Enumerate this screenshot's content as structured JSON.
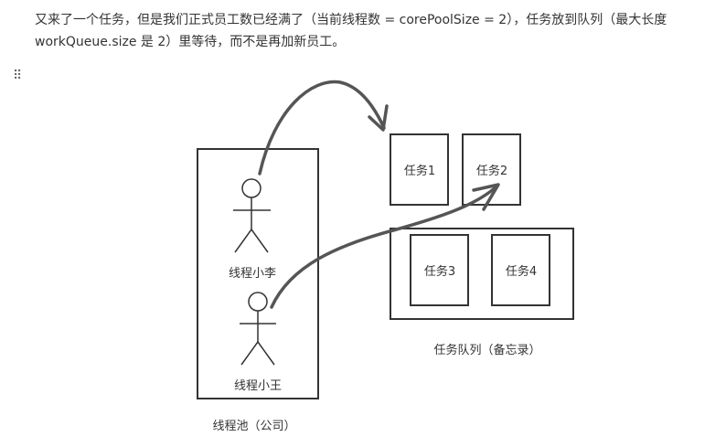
{
  "paragraph": {
    "line1": "又来了一个任务，但是我们正式员工数已经满了（当前线程数 = corePoolSize = 2），任务放到队列（最大长度",
    "line2": "workQueue.size 是 2）里等待，而不是再加新员工。"
  },
  "drag_handle": {
    "icon": "drag-handle-icon",
    "glyph": "⠿"
  },
  "diagram": {
    "thread_pool_label": "线程池（公司）",
    "workers": [
      {
        "name": "线程小李"
      },
      {
        "name": "线程小王"
      }
    ],
    "running_tasks": [
      "任务1",
      "任务2"
    ],
    "queue_tasks": [
      "任务3",
      "任务4"
    ],
    "queue_label": "任务队列（备忘录）",
    "colors": {
      "stroke": "#333333",
      "arrow": "#555555"
    }
  }
}
